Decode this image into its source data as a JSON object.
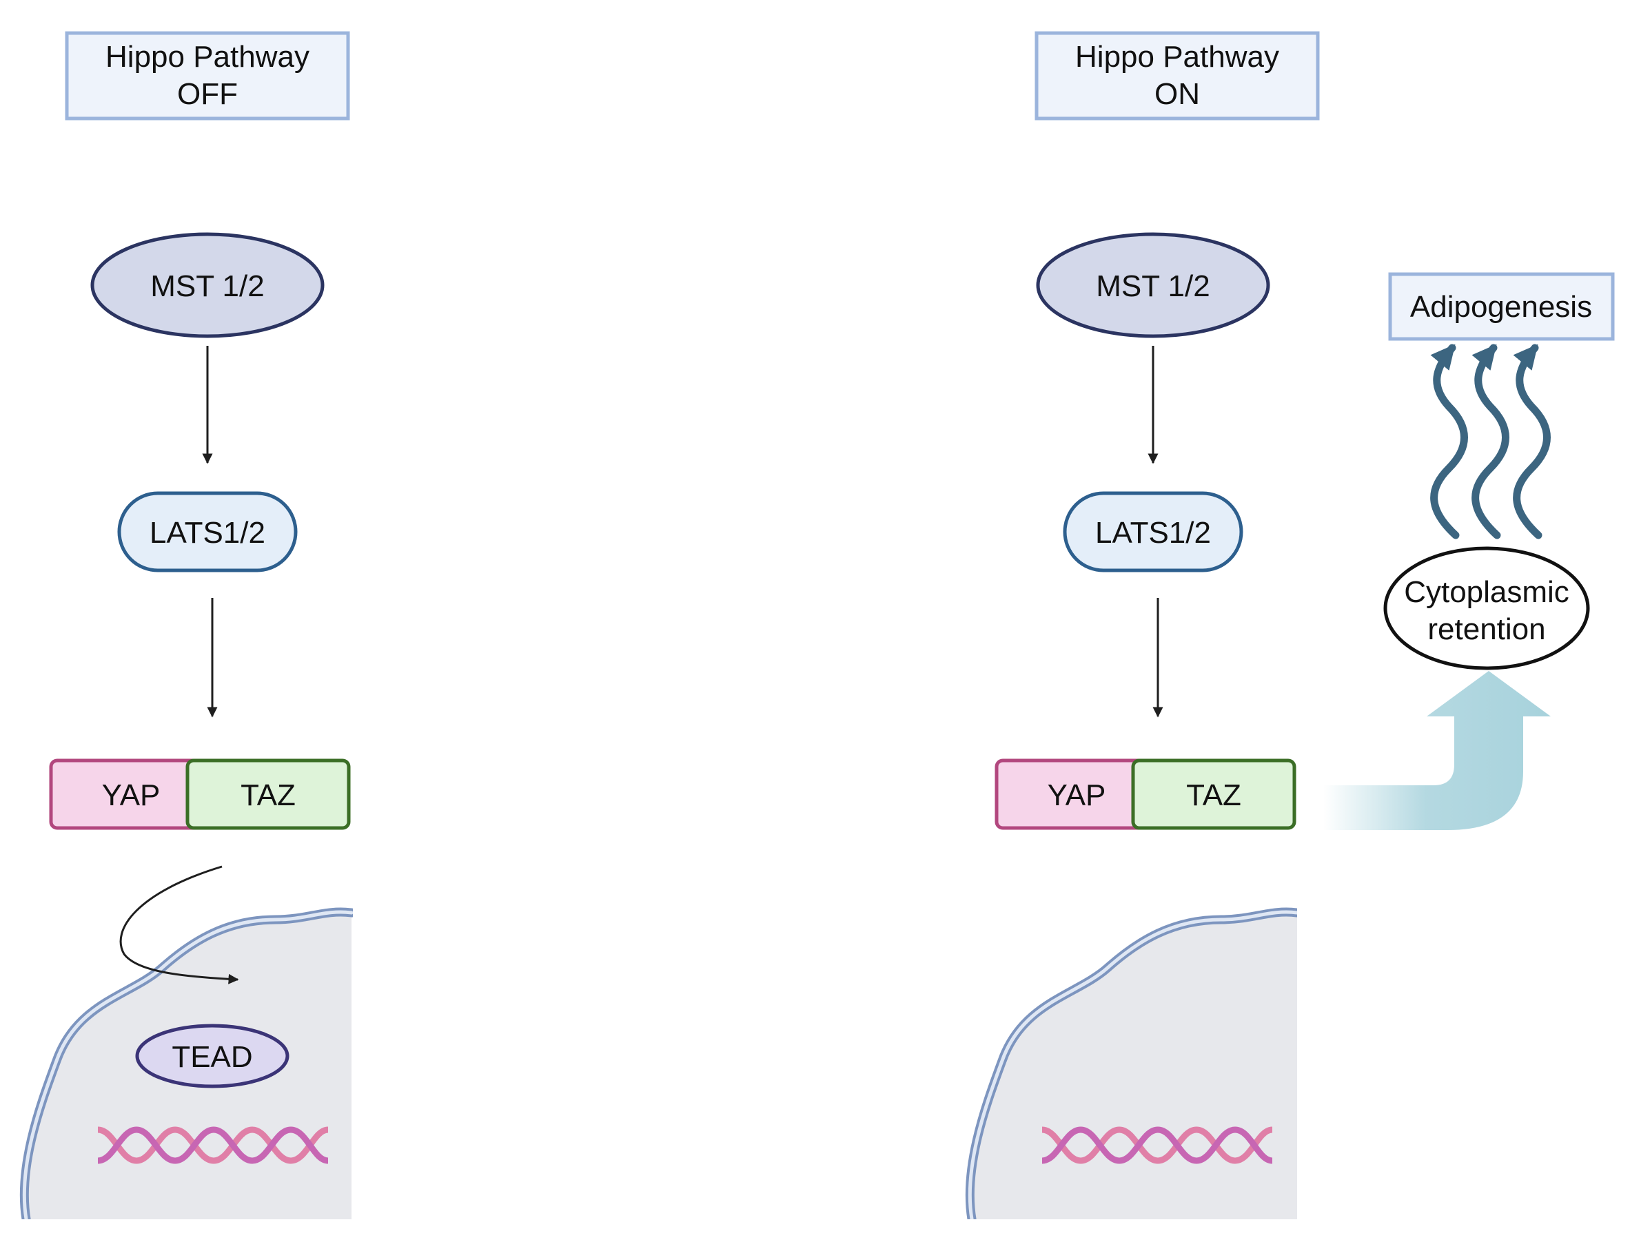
{
  "panels": {
    "off": {
      "header_line1": "Hippo Pathway",
      "header_line2": "OFF",
      "mst": "MST 1/2",
      "lats": "LATS1/2",
      "yap": "YAP",
      "taz": "TAZ",
      "tead": "TEAD"
    },
    "on": {
      "header_line1": "Hippo Pathway",
      "header_line2": "ON",
      "mst": "MST 1/2",
      "lats": "LATS1/2",
      "yap": "YAP",
      "taz": "TAZ",
      "retention_line1": "Cytoplasmic",
      "retention_line2": "retention",
      "outcome": "Adipogenesis"
    }
  },
  "colors": {
    "header_fill": "#eef3fb",
    "header_stroke": "#9bb4dc",
    "mst_fill": "#d3d8ea",
    "mst_stroke": "#2b3461",
    "lats_fill": "#e4eef9",
    "lats_stroke": "#2d5f8e",
    "yap_fill": "#f6d5ea",
    "yap_stroke": "#b2477e",
    "taz_fill": "#def3d9",
    "taz_stroke": "#3b6e26",
    "tead_fill": "#dcd8f1",
    "tead_stroke": "#3b3477",
    "nucleus_fill": "#e7e8ec",
    "membrane": "#9bb1d6",
    "dna_a": "#c766b3",
    "dna_b": "#e07fa7",
    "flow_arrow": "#a7d2dc",
    "wavy_arrow": "#3c6580",
    "arrow": "#1e1e1e"
  }
}
